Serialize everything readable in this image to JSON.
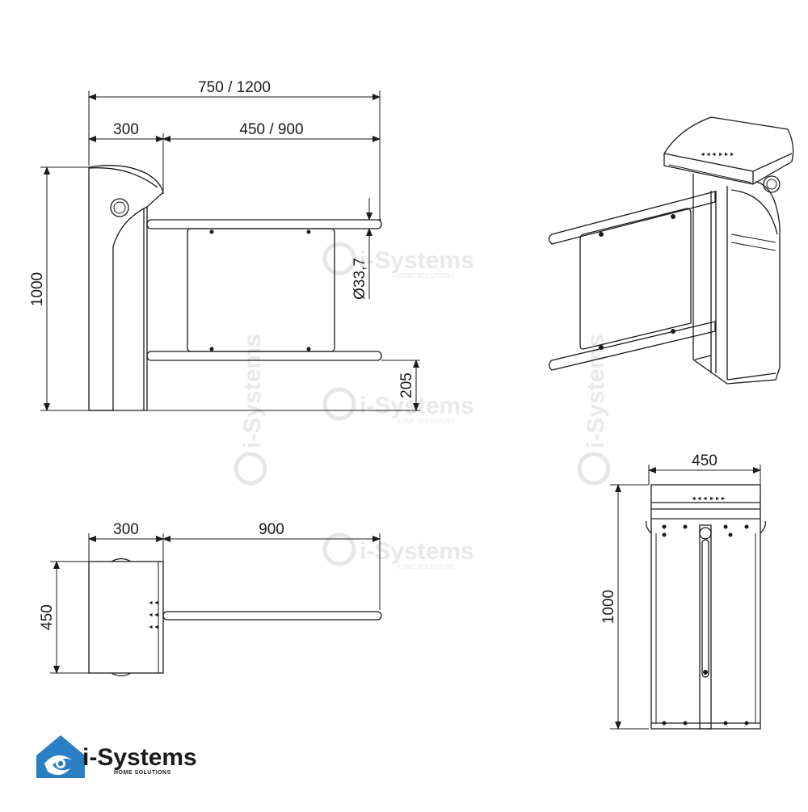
{
  "side_view": {
    "dim_total": "750 / 1200",
    "dim_body": "300",
    "dim_arm": "450 / 900",
    "dim_height": "1000",
    "dim_tube": "Ø33,7",
    "dim_low": "205"
  },
  "top_view": {
    "dim_body": "300",
    "dim_arm": "900",
    "dim_depth": "450"
  },
  "front_view": {
    "dim_width": "450",
    "dim_height": "1000"
  },
  "watermark": {
    "brand": "i-Systems",
    "tagline": "HOME SOLUTIONS"
  },
  "logo": {
    "brand": "i-Systems",
    "tagline": "HOME SOLUTIONS",
    "color": "#2a7fc4",
    "text_color": "#1f3c88"
  }
}
